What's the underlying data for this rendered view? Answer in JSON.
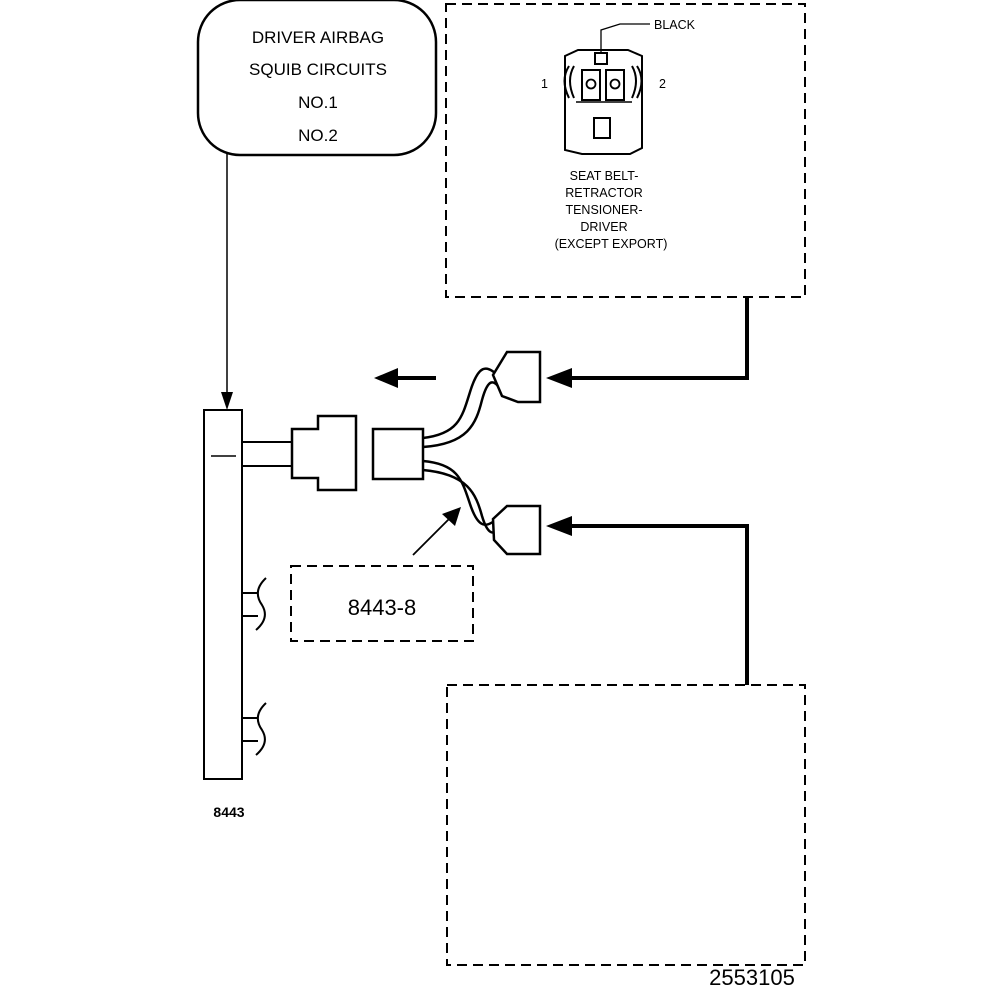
{
  "colors": {
    "ink": "#000000",
    "background": "#ffffff"
  },
  "squib_box": {
    "line1": "DRIVER AIRBAG",
    "line2": "SQUIB CIRCUITS",
    "line3": "NO.1",
    "line4": "NO.2"
  },
  "connector_inset": {
    "black_label": "BLACK",
    "pin1_label": "1",
    "pin2_label": "2",
    "name_line1": "SEAT BELT-",
    "name_line2": "RETRACTOR",
    "name_line3": "TENSIONER-",
    "name_line4": "DRIVER",
    "name_line5": "(EXCEPT EXPORT)"
  },
  "adapter_label": "8443-8",
  "tester_label": "8443",
  "figure_number": "2553105"
}
